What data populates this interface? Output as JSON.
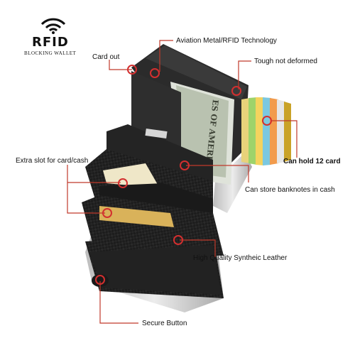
{
  "logo": {
    "brand": "RFID",
    "subtitle": "BLOCKING WALLET",
    "icon": "wifi-signal-icon"
  },
  "banknote_print": "ES OF AMERICA",
  "callouts": [
    {
      "id": "card-out",
      "text": "Card out",
      "bold": false
    },
    {
      "id": "aviation-metal",
      "text": "Aviation Metal/RFID Technology",
      "bold": false
    },
    {
      "id": "tough",
      "text": "Tough not deformed",
      "bold": false
    },
    {
      "id": "extra-slot",
      "text": "Extra slot for card/cash",
      "bold": false
    },
    {
      "id": "hold-12",
      "text": "Can hold 12 card",
      "bold": true
    },
    {
      "id": "banknotes",
      "text": "Can store banknotes in cash",
      "bold": false
    },
    {
      "id": "leather",
      "text": "High Quality Syntheic Leather",
      "bold": false
    },
    {
      "id": "secure-button",
      "text": "Secure Button",
      "bold": false
    }
  ],
  "colors": {
    "leader_line": "#c0392b",
    "marker_ring": "#d32f2f",
    "wallet_body": "#1b1b1b",
    "metal_case": "#d9d9d9"
  }
}
